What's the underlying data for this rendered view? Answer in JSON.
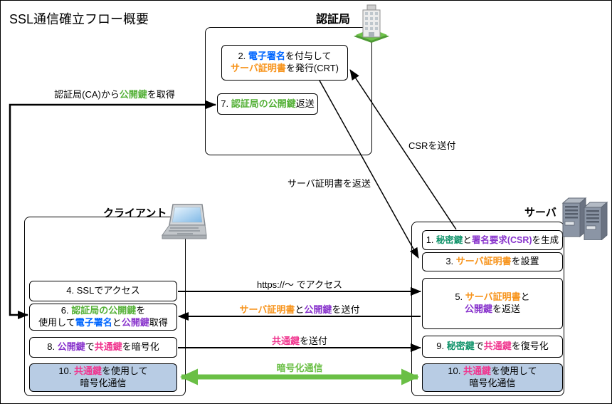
{
  "title": "SSL通信確立フロー概要",
  "colors": {
    "blue": "#0066ff",
    "orange": "#f7941d",
    "green": "#55b138",
    "purple": "#8833cc",
    "teal": "#12946b",
    "pink": "#f0368f",
    "arrow_green": "#6abf45",
    "highlight_fill": "#b8cce4"
  },
  "actors": {
    "ca": {
      "label": "認証局"
    },
    "client": {
      "label": "クライアント"
    },
    "server": {
      "label": "サーバ"
    }
  },
  "steps": {
    "s1": {
      "lines": [
        [
          {
            "t": "1. "
          },
          {
            "t": "秘密鍵",
            "c": "teal"
          },
          {
            "t": "と"
          },
          {
            "t": "署名要求(CSR)",
            "c": "purple"
          },
          {
            "t": "を生成"
          }
        ]
      ]
    },
    "s2": {
      "lines": [
        [
          {
            "t": "2. "
          },
          {
            "t": "電子署名",
            "c": "blue"
          },
          {
            "t": "を付与して"
          }
        ],
        [
          {
            "t": "サーバ証明書",
            "c": "orange"
          },
          {
            "t": "を発行(CRT)"
          }
        ]
      ]
    },
    "s3": {
      "lines": [
        [
          {
            "t": "3. "
          },
          {
            "t": "サーバ証明書",
            "c": "orange"
          },
          {
            "t": "を設置"
          }
        ]
      ]
    },
    "s4": {
      "lines": [
        [
          {
            "t": "4. SSLでアクセス"
          }
        ]
      ]
    },
    "s5": {
      "lines": [
        [
          {
            "t": "5. "
          },
          {
            "t": "サーバ証明書",
            "c": "orange"
          },
          {
            "t": "と"
          }
        ],
        [
          {
            "t": "公開鍵",
            "c": "purple"
          },
          {
            "t": "を返送"
          }
        ]
      ]
    },
    "s6": {
      "lines": [
        [
          {
            "t": "6. "
          },
          {
            "t": "認証局の公開鍵",
            "c": "green"
          },
          {
            "t": "を"
          }
        ],
        [
          {
            "t": "使用して"
          },
          {
            "t": "電子署名",
            "c": "blue"
          },
          {
            "t": "と"
          },
          {
            "t": "公開鍵",
            "c": "purple"
          },
          {
            "t": "取得"
          }
        ]
      ]
    },
    "s7": {
      "lines": [
        [
          {
            "t": "7. "
          },
          {
            "t": "認証局の公開鍵",
            "c": "green"
          },
          {
            "t": "返送"
          }
        ]
      ]
    },
    "s8": {
      "lines": [
        [
          {
            "t": "8. "
          },
          {
            "t": "公開鍵",
            "c": "purple"
          },
          {
            "t": "で"
          },
          {
            "t": "共通鍵",
            "c": "pink"
          },
          {
            "t": "を暗号化"
          }
        ]
      ]
    },
    "s9": {
      "lines": [
        [
          {
            "t": "9. "
          },
          {
            "t": "秘密鍵",
            "c": "teal"
          },
          {
            "t": "で"
          },
          {
            "t": "共通鍵",
            "c": "pink"
          },
          {
            "t": "を復号化"
          }
        ]
      ]
    },
    "s10_client": {
      "lines": [
        [
          {
            "t": "10. "
          },
          {
            "t": "共通鍵",
            "c": "pink"
          },
          {
            "t": "を使用して"
          }
        ],
        [
          {
            "t": "暗号化通信"
          }
        ]
      ]
    },
    "s10_server": {
      "lines": [
        [
          {
            "t": "10. "
          },
          {
            "t": "共通鍵",
            "c": "pink"
          },
          {
            "t": "を使用して"
          }
        ],
        [
          {
            "t": "暗号化通信"
          }
        ]
      ]
    }
  },
  "arrow_labels": {
    "get_ca_key": [
      [
        {
          "t": "認証局(CA)から"
        },
        {
          "t": "公開鍵",
          "c": "green"
        },
        {
          "t": "を取得"
        }
      ]
    ],
    "csr": [
      [
        {
          "t": "CSRを送付"
        }
      ]
    ],
    "return_cert": [
      [
        {
          "t": "サーバ証明書を返送"
        }
      ]
    ],
    "https": [
      [
        {
          "t": "https://〜 でアクセス"
        }
      ]
    ],
    "send_cert_key": [
      [
        {
          "t": "サーバ証明書",
          "c": "orange"
        },
        {
          "t": "と"
        },
        {
          "t": "公開鍵",
          "c": "purple"
        },
        {
          "t": "を送付"
        }
      ]
    ],
    "send_common_key": [
      [
        {
          "t": "共通鍵",
          "c": "pink"
        },
        {
          "t": "を送付"
        }
      ]
    ],
    "encrypted": [
      [
        {
          "t": "暗号化通信",
          "c": "arrow_green"
        }
      ]
    ]
  }
}
